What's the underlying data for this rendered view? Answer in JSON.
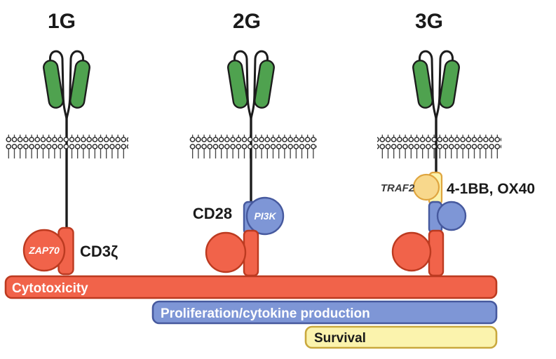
{
  "colors": {
    "red": "#f1634a",
    "red-stroke": "#bc3a20",
    "green": "#4fa24f",
    "blue": "#7e96d6",
    "blue-stroke": "#46599e",
    "yellow": "#f8d88c",
    "yellow-stroke": "#dfa53f",
    "pale-yellow": "#fbf3ad",
    "pale-yellow-stroke": "#c9a83d",
    "line": "#1c1c1c",
    "text": "#1a1a1a"
  },
  "headers": {
    "g1": "1G",
    "g2": "2G",
    "g3": "3G"
  },
  "g1": {
    "adapter": "ZAP70",
    "domain": "CD3ζ"
  },
  "g2": {
    "costim": "CD28",
    "adapter": "PI3K"
  },
  "g3": {
    "adapter": "TRAF2",
    "costim": "4-1BB, OX40"
  },
  "bars": {
    "cytotoxicity": "Cytotoxicity",
    "proliferation": "Proliferation/cytokine production",
    "survival": "Survival"
  }
}
